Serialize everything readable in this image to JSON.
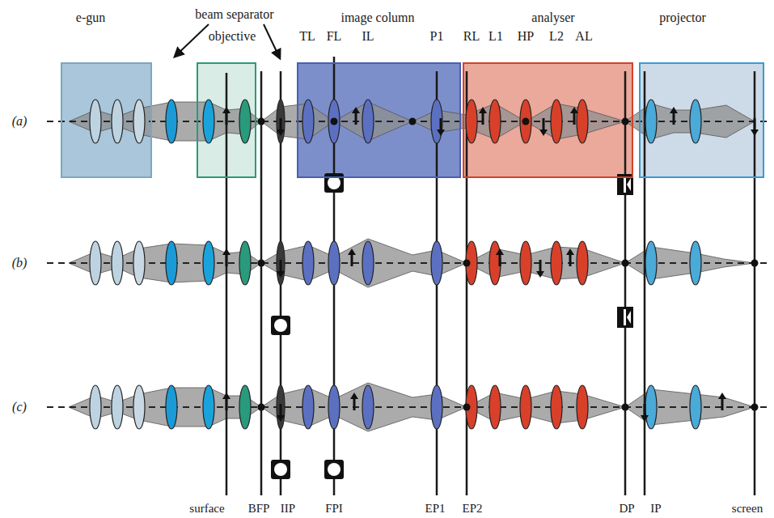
{
  "diagram": {
    "nodes": [
      {
        "text": [
          "e-gun"
        ]
      },
      {
        "text": [
          "objective"
        ]
      },
      {
        "text": [
          "image column"
        ]
      },
      {
        "text": [
          "analyser"
        ]
      },
      {
        "text": [
          "projector"
        ]
      }
    ],
    "labels": [
      "beam separator",
      "TL",
      "FL",
      "IL",
      "P1",
      "RL",
      "L1",
      "HP",
      "L2",
      "AL",
      "(a)",
      "(b)",
      "(c)",
      "surface",
      "BFP",
      "IIP",
      "FPI",
      "EP1",
      "EP2",
      "DP",
      "IP",
      "screen"
    ]
  }
}
